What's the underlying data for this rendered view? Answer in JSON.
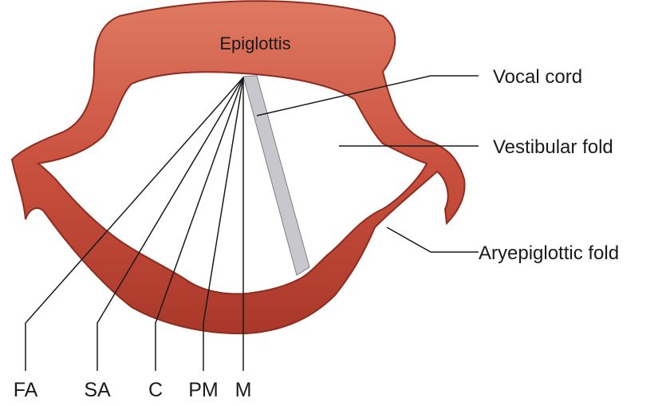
{
  "diagram": {
    "center_label": "Epiglottis",
    "side_labels": {
      "vocal_cord": "Vocal cord",
      "vestibular_fold": "Vestibular fold",
      "aryepiglottic_fold": "Aryepiglottic fold"
    },
    "bottom_labels": {
      "fa": "FA",
      "sa": "SA",
      "c": "C",
      "pm": "PM",
      "m": "M"
    },
    "colors": {
      "tissue": "#c9503e",
      "tissue_light": "#e07a62",
      "tissue_dark": "#8f2c20",
      "vocal_cord": "#c8c8cc",
      "line": "#1a1a1a"
    }
  }
}
